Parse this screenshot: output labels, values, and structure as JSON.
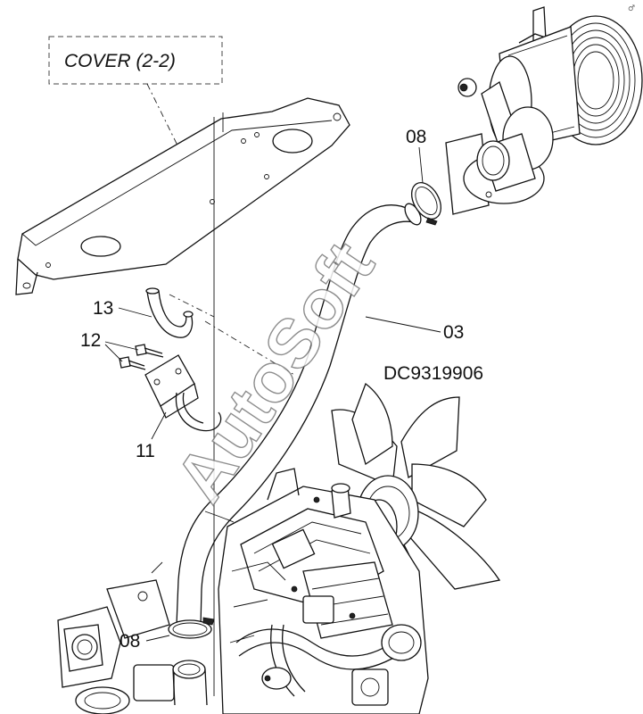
{
  "cover_label": "COVER (2-2)",
  "drawing_code": "DC9319906",
  "watermark": "AutoSoft",
  "corner_mark": "♂",
  "callouts": {
    "hose_03": "03",
    "clamp_top_08": "08",
    "clamp_bottom_08": "08",
    "bracket_11": "11",
    "bolts_12": "12",
    "hose_13": "13"
  }
}
